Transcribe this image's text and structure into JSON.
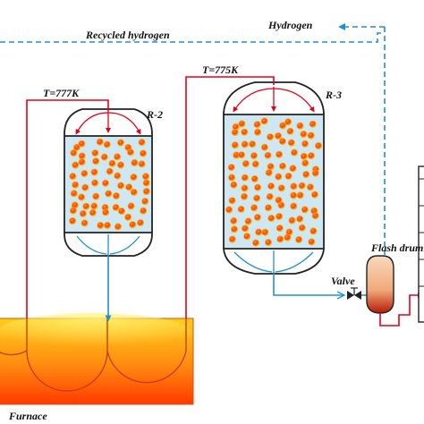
{
  "labels": {
    "recycled_hydrogen": "Recycled hydrogen",
    "hydrogen": "Hydrogen",
    "temp_r2": "T=777K",
    "temp_r3": "T=775K",
    "reactor_2": "R-2",
    "reactor_3": "R-3",
    "flash_drum": "Flash drum",
    "valve": "Valve",
    "furnace": "Furnace"
  },
  "colors": {
    "feed_line": "#e3001b",
    "product_line": "#1e90d8",
    "hydrogen_line": "#1e90d8",
    "catalyst_bed": "#cfe6f3",
    "catalyst_particle": "#ff5a1f",
    "catalyst_particle_edge": "#f2b400",
    "furnace_top": "#ffd320",
    "furnace_bottom": "#ff3d00",
    "flash_drum_top": "#f6c9a8",
    "flash_drum_liquid": "#a01000"
  },
  "icons": {
    "valve": "valve-icon",
    "arrow": "flow-arrow-icon"
  }
}
